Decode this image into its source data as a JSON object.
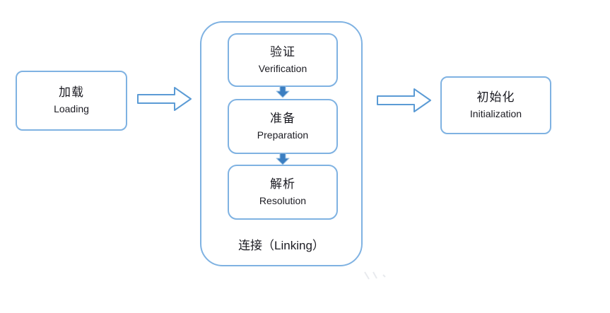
{
  "diagram": {
    "title": "class-loading-process-flow",
    "stages": [
      {
        "id": "loading",
        "zh": "加载",
        "en": "Loading"
      },
      {
        "id": "linking",
        "zh": "连接",
        "en": "Linking",
        "label": "连接（Linking）",
        "substages": [
          {
            "id": "verification",
            "zh": "验证",
            "en": "Verification"
          },
          {
            "id": "preparation",
            "zh": "准备",
            "en": "Preparation"
          },
          {
            "id": "resolution",
            "zh": "解析",
            "en": "Resolution"
          }
        ]
      },
      {
        "id": "initialization",
        "zh": "初始化",
        "en": "Initialization"
      }
    ]
  },
  "colors": {
    "background": "#FFFFFF",
    "box_border": "#7FB2E2",
    "arrow_outline": "#5B9BD5",
    "down_arrow_fill": "#3B7EC1",
    "down_arrow_edge": "#9CC3E6",
    "text": "#1B1B22"
  }
}
